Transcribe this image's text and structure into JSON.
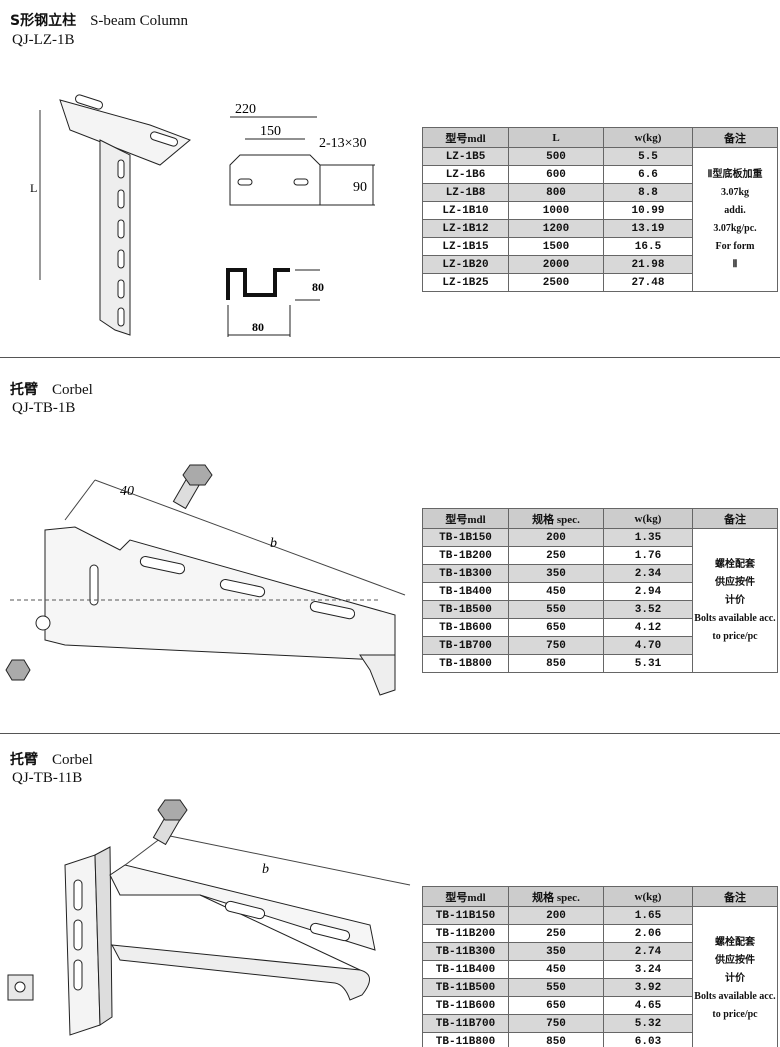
{
  "sections": [
    {
      "title_cn": "S形钢立柱",
      "title_en": "S-beam  Column",
      "code": "QJ-LZ-1B",
      "drawing_labels": {
        "L": "L",
        "w220": "220",
        "w150": "150",
        "holes": "2-13×30",
        "h90": "90",
        "h80": "80",
        "w80": "80"
      },
      "table": {
        "headers": [
          "型号mdl",
          "L",
          "w(kg)",
          "备注"
        ],
        "rows": [
          [
            "LZ-1B5",
            "500",
            "5.5"
          ],
          [
            "LZ-1B6",
            "600",
            "6.6"
          ],
          [
            "LZ-1B8",
            "800",
            "8.8"
          ],
          [
            "LZ-1B10",
            "1000",
            "10.99"
          ],
          [
            "LZ-1B12",
            "1200",
            "13.19"
          ],
          [
            "LZ-1B15",
            "1500",
            "16.5"
          ],
          [
            "LZ-1B20",
            "2000",
            "21.98"
          ],
          [
            "LZ-1B25",
            "2500",
            "27.48"
          ]
        ],
        "note": [
          "Ⅱ型底板加重",
          "3.07kg",
          "addi.",
          "3.07kg/pc.",
          "For  form",
          "Ⅱ"
        ]
      }
    },
    {
      "title_cn": "托臂",
      "title_en": "Corbel",
      "code": "QJ-TB-1B",
      "drawing_labels": {
        "d40": "40",
        "b": "b"
      },
      "table": {
        "headers": [
          "型号mdl",
          "规格 spec.",
          "w(kg)",
          "备注"
        ],
        "rows": [
          [
            "TB-1B150",
            "200",
            "1.35"
          ],
          [
            "TB-1B200",
            "250",
            "1.76"
          ],
          [
            "TB-1B300",
            "350",
            "2.34"
          ],
          [
            "TB-1B400",
            "450",
            "2.94"
          ],
          [
            "TB-1B500",
            "550",
            "3.52"
          ],
          [
            "TB-1B600",
            "650",
            "4.12"
          ],
          [
            "TB-1B700",
            "750",
            "4.70"
          ],
          [
            "TB-1B800",
            "850",
            "5.31"
          ]
        ],
        "note": [
          "螺栓配套",
          "供应按件",
          "计价",
          "Bolts available acc.",
          "to price/pc"
        ]
      }
    },
    {
      "title_cn": "托臂",
      "title_en": "Corbel",
      "code": "QJ-TB-11B",
      "drawing_labels": {
        "b": "b"
      },
      "table": {
        "headers": [
          "型号mdl",
          "规格 spec.",
          "w(kg)",
          "备注"
        ],
        "rows": [
          [
            "TB-11B150",
            "200",
            "1.65"
          ],
          [
            "TB-11B200",
            "250",
            "2.06"
          ],
          [
            "TB-11B300",
            "350",
            "2.74"
          ],
          [
            "TB-11B400",
            "450",
            "3.24"
          ],
          [
            "TB-11B500",
            "550",
            "3.92"
          ],
          [
            "TB-11B600",
            "650",
            "4.65"
          ],
          [
            "TB-11B700",
            "750",
            "5.32"
          ],
          [
            "TB-11B800",
            "850",
            "6.03"
          ]
        ],
        "note": [
          "螺栓配套",
          "供应按件",
          "计价",
          "Bolts available acc.",
          "to price/pc"
        ]
      }
    }
  ]
}
